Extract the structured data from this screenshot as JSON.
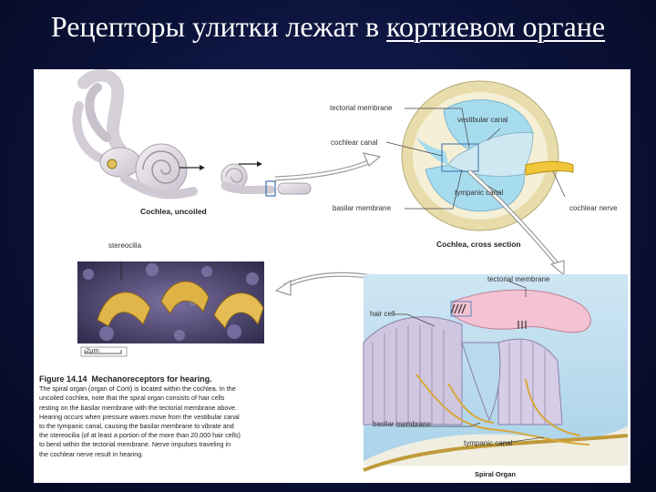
{
  "slide": {
    "title_part1": "Рецепторы улитки лежат в ",
    "title_part2": "кортиевом органе"
  },
  "figure": {
    "labels": {
      "cochlea_uncoiled": "Cochlea, uncoiled",
      "tectorial_membrane": "tectorial membrane",
      "vestibular_canal": "vestibular canal",
      "cochlear_canal": "cochlear canal",
      "tympanic_canal": "tympanic canal",
      "basilar_membrane": "basilar membrane",
      "cochlear_nerve": "cochlear nerve",
      "cochlea_cross_section": "Cochlea, cross section",
      "stereocilia": "stereocilia",
      "scale_bar": "2µm",
      "tectorial_membrane_2": "tectorial membrane",
      "hair_cell": "hair cell",
      "basilar_membrane_2": "basilar membrane",
      "tympanic_canal_2": "tympanic canal",
      "spiral_organ": "Spiral Organ"
    },
    "caption": {
      "number": "Figure 14.14",
      "title": "Mechanoreceptors for hearing.",
      "line1": "The spiral organ (organ of Corti) is located within the cochlea. In the",
      "line2": "uncoiled cochlea, note that the spiral organ consists of hair cells",
      "line3": "resting on the basilar membrane with the tectorial membrane above.",
      "line4": "Hearing occurs when pressure waves move from the vestibular canal",
      "line5": "to the tympanic canal, causing the basilar membrane to vibrate and",
      "line6": "the stereocilia (of at least a portion of the more than 20,000 hair cells)",
      "line7": "to bend within the tectorial membrane. Nerve impulses traveling in",
      "line8": "the cochlear nerve result in hearing."
    }
  }
}
